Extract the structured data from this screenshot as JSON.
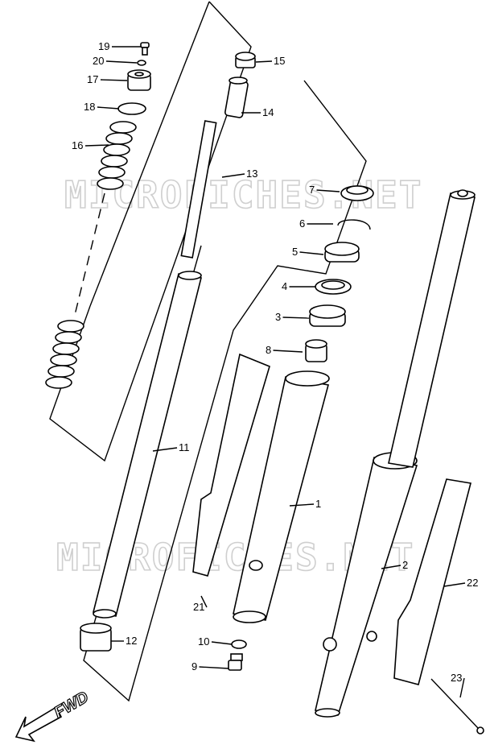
{
  "watermarks": [
    "MICROFICHES.NET",
    "MICROFICHES.NET"
  ],
  "direction_label": "FWD",
  "callouts": [
    {
      "id": "c1",
      "text": "1"
    },
    {
      "id": "c2",
      "text": "2"
    },
    {
      "id": "c3",
      "text": "3"
    },
    {
      "id": "c4",
      "text": "4"
    },
    {
      "id": "c5",
      "text": "5"
    },
    {
      "id": "c6",
      "text": "6"
    },
    {
      "id": "c7",
      "text": "7"
    },
    {
      "id": "c8",
      "text": "8"
    },
    {
      "id": "c9",
      "text": "9"
    },
    {
      "id": "c10",
      "text": "10"
    },
    {
      "id": "c11",
      "text": "11"
    },
    {
      "id": "c12",
      "text": "12"
    },
    {
      "id": "c13",
      "text": "13"
    },
    {
      "id": "c14",
      "text": "14"
    },
    {
      "id": "c15",
      "text": "15"
    },
    {
      "id": "c16",
      "text": "16"
    },
    {
      "id": "c17",
      "text": "17"
    },
    {
      "id": "c18",
      "text": "18"
    },
    {
      "id": "c19",
      "text": "19"
    },
    {
      "id": "c20",
      "text": "20"
    },
    {
      "id": "c21",
      "text": "21"
    },
    {
      "id": "c22",
      "text": "22"
    },
    {
      "id": "c23",
      "text": "23"
    }
  ]
}
